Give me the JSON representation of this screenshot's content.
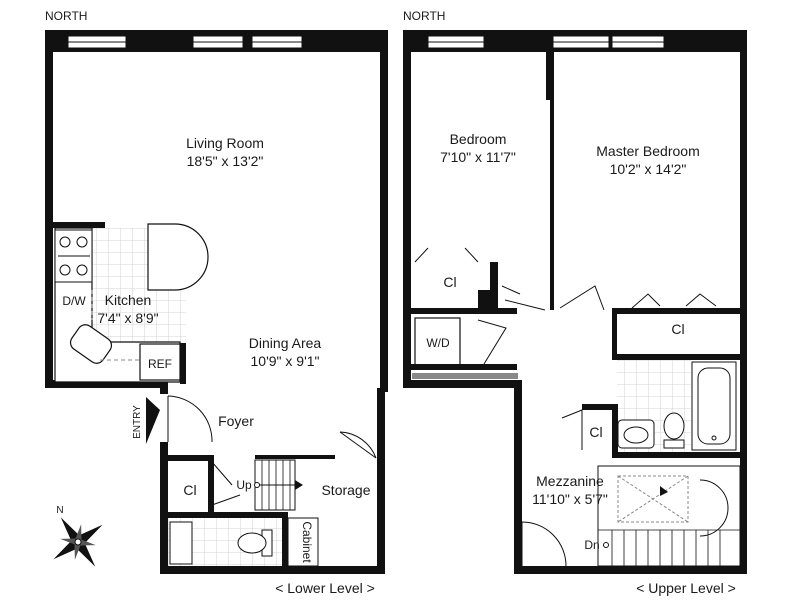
{
  "headers": {
    "lower": "NORTH",
    "upper": "NORTH"
  },
  "lower_level": {
    "caption": "< Lower Level >",
    "living_room": {
      "name": "Living Room",
      "size": "18'5\" x 13'2\""
    },
    "kitchen": {
      "name": "Kitchen",
      "size": "7'4\" x 8'9\""
    },
    "dw": "D/W",
    "ref": "REF",
    "dining": {
      "name": "Dining Area",
      "size": "10'9\" x 9'1\""
    },
    "foyer": "Foyer",
    "entry": "ENTRY",
    "closet": "Cl",
    "up": "Up",
    "storage": "Storage",
    "cabinet": "Cabinet"
  },
  "upper_level": {
    "caption": "< Upper Level >",
    "bedroom": {
      "name": "Bedroom",
      "size": "7'10\" x 11'7\""
    },
    "master": {
      "name": "Master Bedroom",
      "size": "10'2\" x 14'2\""
    },
    "closet_bed": "Cl",
    "closet_master": "Cl",
    "closet_bath": "Cl",
    "wd": "W/D",
    "mezzanine": {
      "name": "Mezzanine",
      "size": "11'10\" x 5'7\""
    },
    "dn": "Dn"
  },
  "compass": {
    "letter": "N"
  }
}
